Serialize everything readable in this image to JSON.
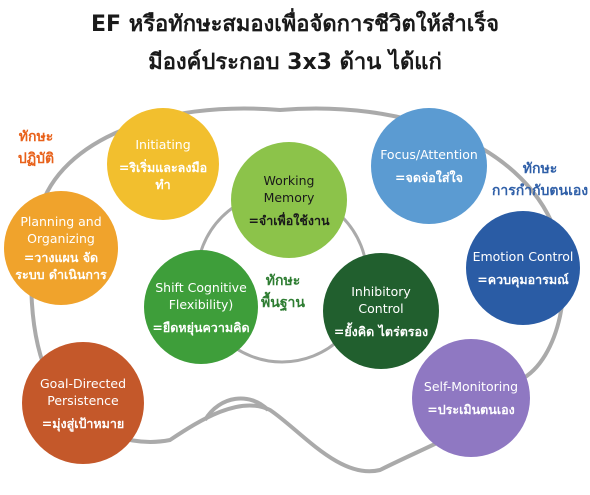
{
  "title": {
    "line1": "EF หรือทักษะสมองเพื่อจัดการชีวิตให้สำเร็จ",
    "line2": "มีองค์ประกอบ 3x3 ด้าน ได้แก่"
  },
  "groups": {
    "practice": {
      "line1": "ทักษะ",
      "line2": "ปฏิบัติ",
      "color": "#e8611a"
    },
    "basic": {
      "line1": "ทักษะ",
      "line2": "พื้นฐาน",
      "color": "#2e7d32"
    },
    "self_regulation": {
      "line1": "ทักษะ",
      "line2": "การกำกับตนเอง",
      "color": "#2f5fa8"
    }
  },
  "skills": [
    {
      "id": "initiating",
      "en": "Initiating",
      "th": "=ริเริ่มและลงมือทำ",
      "color": "#f2bf2e"
    },
    {
      "id": "planning",
      "en": "Planning and Organizing",
      "th": "=วางแผน จัดระบบ ดำเนินการ",
      "color": "#f0a32c"
    },
    {
      "id": "goal",
      "en": "Goal-Directed Persistence",
      "th": "=มุ่งสู่เป้าหมาย",
      "color": "#c4582a"
    },
    {
      "id": "working_memory",
      "en": "Working Memory",
      "th": "=จำเพื่อใช้งาน",
      "color": "#8cc34a"
    },
    {
      "id": "shift",
      "en": "Shift Cognitive Flexibility)",
      "th": "=ยืดหยุ่นความคิด",
      "color": "#3e9e3a"
    },
    {
      "id": "inhibitory",
      "en": "Inhibitory Control",
      "th": "=ยั้งคิด ไตร่ตรอง",
      "color": "#215f2e"
    },
    {
      "id": "focus",
      "en": "Focus/Attention",
      "th": "=จดจ่อใส่ใจ",
      "color": "#5b9bd2"
    },
    {
      "id": "emotion",
      "en": "Emotion Control",
      "th": "=ควบคุมอารมณ์",
      "color": "#2a5ca5"
    },
    {
      "id": "self_monitoring",
      "en": "Self-Monitoring",
      "th": "=ประเมินตนเอง",
      "color": "#8f78c2"
    }
  ],
  "colors": {
    "outline": "#aaaaaa",
    "text": "#1a1a1a"
  }
}
